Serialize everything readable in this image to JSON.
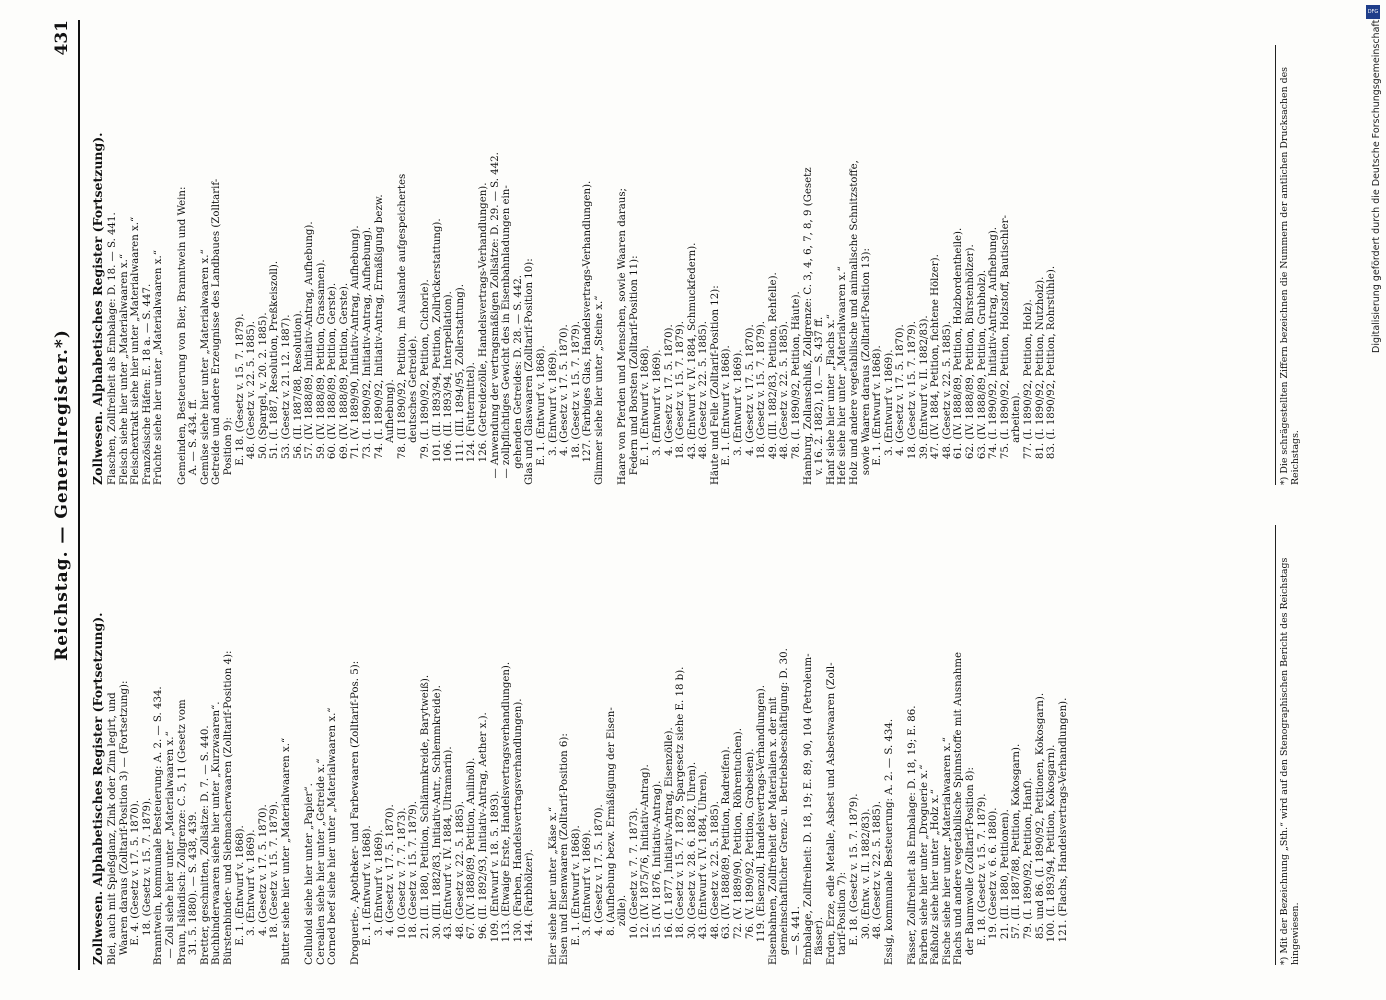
{
  "header": {
    "title": "Reichstag. — Generalregister.*)",
    "page_number": "431"
  },
  "left_column": {
    "heading": "Zollwesen. Alphabetisches Register (Fortsetzung).",
    "lines": [
      "Blei, auch mit Spießglanz, Zink oder Zinn legirt, und",
      "   Waaren daraus (Zolltarif-Position 3) — (Fortsetzung):",
      "      E. 4. (Gesetz v. 17. 5. 1870).",
      "         18. (Gesetz v. 15. 7. 1879).",
      "Branntwein, kommunale Besteuerung: A. 2. — S. 434.",
      "  — Zoll siehe hier unter „Materialwaaren x.“",
      "Braun, Isländisch: Zollgrenze: C. 5, 11 (Gesetz vom",
      "   31. 5. 1880). — S. 438, 439.",
      "Bretter, geschnitten, Zollsätze: D. 7. — S. 440.",
      "Buchbinderwaaren siehe hier unter „Kurzwaaren“.",
      "Bürstenbinder- und Siebmacherwaaren (Zolltarif-Position 4):",
      "      E. 1. (Entwurf v. 1868).",
      "         3. (Entwurf v. 1869).",
      "         4. (Gesetz v. 17. 5. 1870).",
      "        18. (Gesetz v. 15. 7. 1879).",
      "Butter siehe hier unter „Materialwaaren x.“",
      "",
      "Celluloid siehe hier unter „Papier“.",
      "Cerealien siehe hier unter „Getreide x.“",
      "Corned beef siehe hier unter „Materialwaaren x.“",
      "",
      "Droguerie-, Apotheker- und Farbewaaren (Zolltarif-Pos. 5):",
      "      E. 1. (Entwurf v. 1868).",
      "         3. (Entwurf v. 1869).",
      "         4. (Gesetz v. 17. 5. 1870).",
      "        10. (Gesetz v. 7. 7. 1873).",
      "        18. (Gesetz v. 15. 7. 1879).",
      "        21. (II. 1880, Petition, Schlämmkreide, Barytweiß).",
      "        30. (III. 1882/83, Initiativ-Antr., Schlemmkreide).",
      "        43. (Entwurf v. IV. 1884, Ultramarin).",
      "        48. (Gesetz v. 22. 5. 1885).",
      "        67. (IV. 1888/89, Petition, Anilinöl).",
      "        96. (II. 1892/93, Initiativ-Antrag, Aether x.).",
      "       109. (Entwurf v. 18. 5. 1893).",
      "       113. (Etwaige Erste, Handelsvertragsverhandlungen).",
      "       130. (Farben, Handelsvertragsverhandlungen).",
      "       144. (Farbhölzer).",
      "",
      "Eier siehe hier unter „Käse x.“",
      "Eisen und Eisenwaaren (Zolltarif-Position 6):",
      "      E. 1. (Entwurf v. 1868).",
      "         3. (Entwurf v. 1869).",
      "         4. (Gesetz v. 17. 5. 1870).",
      "         8. (Aufhebung bezw. Ermäßigung der Eisen-",
      "            zölle).",
      "        10. (Gesetz v. 7. 7. 1873).",
      "        12. (IV. 1875/76, Initiativ-Antrag).",
      "        15. (IV. 1876, Initiativ-Antrag).",
      "        16. (I. 1877, Initiativ-Antrag, Eisenzölle).",
      "        18. (Gesetz v. 15. 7. 1879, Spargesetz siehe E. 18 b).",
      "        30. (Gesetz v. 28. 6. 1882, Uhren).",
      "        43. (Entwurf v. IV. 1884, Uhren).",
      "        48. (Gesetz v. 22. 5. 1885).",
      "        63. (IV. 1888/89, Petition, Radreifen).",
      "        72. (V. 1889/90, Petition, Röhrentuchen).",
      "        76. (V. 1890/92, Petition, Grobeisen).",
      "       119. (Eisenzoll, Handelsvertrags-Verhandlungen).",
      "Eisenbahnen, Zollfreiheit der Materialien x. der mit",
      "   gemeinschaftlicher Grenz- u. Betriebsbeschäftigung: D. 30.",
      "   — S. 441.",
      "Embalage, Zollfreiheit: D. 18, 19; E. 89, 90, 104 (Petroleum-",
      "   fässer).",
      "Erden, Erze, edle Metalle, Asbest und Asbestwaaren (Zoll-",
      "   tarif-Position 7):",
      "      E. 18. (Gesetz v. 15. 7. 1879).",
      "        30. (Entw. v. II. 1882/83).",
      "        48. (Gesetz v. 22. 5. 1885).",
      "Essig, kommunale Besteuerung: A. 2. — S. 434.",
      "",
      "Fässer, Zollfreiheit als Embalage: D. 18, 19; E. 86.",
      "Farben siehe hier unter „Droguerie x.“",
      "Faßholz siehe hier unter „Holz x.“",
      "Fische siehe hier unter „Materialwaaren x.“",
      "Flachs und andere vegetabilische Spinnstoffe mit Ausnahme",
      "   der Baumwolle (Zolltarif-Position 8):",
      "      E. 18. (Gesetz v. 15. 7. 1879).",
      "        19. (Gesetz v. 6. 6. 1880).",
      "        21. (II. 1880, Petitionen).",
      "        57. (II. 1887/88, Petition, Kokosgarn).",
      "        79. (I. 1890/92, Petition, Hanf).",
      "        85. und 86. (I. 1890/92, Petitionen, Kokosgarn).",
      "       100. (I. 1893/94, Petition, Kokosgarn).",
      "       121. (Flachs, Handelsvertrags-Verhandlungen)."
    ],
    "footnote": "*) Mit der Bezeichnung „Sth.“ wird auf den Stenographischen Bericht des Reichstags hingewiesen."
  },
  "right_column": {
    "heading": "Zollwesen. Alphabetisches Register (Fortsetzung).",
    "lines": [
      "Flaschen, Zollfreiheit als Embalage: D. 18. — S. 441.",
      "Fleisch siehe hier unter „Materialwaaren x.“",
      "Fleischextrakt siehe hier unter „Materialwaaren x.“",
      "Französische Häfen: E. 18 a. — S. 447.",
      "Früchte siehe hier unter „Materialwaaren x.“",
      "",
      "Gemeinden, Besteuerung von Bier, Branntwein und Wein:",
      "   A. — S. 434. ff.",
      "Gemüse siehe hier unter „Materialwaaren x.“",
      "Getreide und andere Erzeugnisse des Landbaues (Zolltarif-",
      "   Position 9):",
      "      E. 18. (Gesetz v. 15. 7. 1879).",
      "        48. (Gesetz v. 22. 5. 1885).",
      "        50. (Spargel, v. 20. 2. 1885).",
      "        51. (I. 1887, Resolution, Preßkeiszoll).",
      "        53. (Gesetz v. 21. 12. 1887).",
      "        56. (II. 1887/88, Resolution).",
      "        57. (IV. 1888/89, Initiativ-Antrag, Aufhebung).",
      "        59. (IV. 1888/89, Petition, Grassamen).",
      "        60. (IV. 1888/89, Petition, Gerste).",
      "        69. (IV. 1888/89, Petition, Gerste).",
      "        71. (V. 1889/90, Initiativ-Antrag, Aufhebung).",
      "        73. (I. 1890/92, Initiativ-Antrag, Aufhebung).",
      "        74. (I. 1890/92, Initiativ-Antrag, Ermäßigung bezw.",
      "             Aufhebung).",
      "        78. (II 1890/92, Petition, im Auslande aufgespeichertes",
      "             deutsches Getreide).",
      "        79. (I. 1890/92, Petition, Cichorie).",
      "       101. (II. 1893/94, Petition, Zollrückerstattung).",
      "       106. (II. 1893/94, Interpellation).",
      "       111. (III. 1894/95, Zollerstattung).",
      "       124. (Futtermittel).",
      "       126. (Getreidezölle, Handelsvertrags-Verhandlungen).",
      "  — Anwendung der vertragsmäßigen Zollsätze: D. 29. — S. 442.",
      "  — zollpflichtiges Gewicht des in Eisenbahnladungen ein-",
      "     gehenden Getreides: D. 28. — S. 442.",
      "Glas und Glaswaaren (Zolltarif-Position 10):",
      "      E. 1. (Entwurf v. 1868).",
      "         3. (Entwurf v. 1869).",
      "         4. (Gesetz v. 17. 5. 1870).",
      "        18. (Gesetz v. 15. 7. 1879).",
      "       127. (Farbiges Glas, Handelsvertrags-Verhandlungen).",
      "Glimmer siehe hier unter „Steine x.“",
      "",
      "Haare von Pferden und Menschen, sowie Waaren daraus;",
      "   Federn und Borsten (Zolltarif-Position 11):",
      "      E. 1. (Entwurf v. 1868).",
      "         3. (Entwurf v. 1869).",
      "         4. (Gesetz v. 17. 5. 1870).",
      "        18. (Gesetz v. 15. 7. 1879).",
      "        43. (Entwurf v. IV. 1884, Schmuckfedern).",
      "        48. (Gesetz v. 22. 5. 1885).",
      "Häute und Felle (Zolltarif-Position 12):",
      "      E. 1. (Entwurf v. 1868).",
      "         3. (Entwurf v. 1869).",
      "         4. (Gesetz v. 17. 5. 1870).",
      "        18. (Gesetz v. 15. 7. 1879).",
      "        49. (III. 1882/83, Petition, Rehfelle).",
      "        48. (Gesetz v. 22. 5. 1885).",
      "        78. (I. 1890/92, Petition, Häute).",
      "Hamburg, Zollanschluß, Zollgrenze: C. 3, 4, 6, 7, 8, 9 (Gesetz",
      "   v. 16. 2. 1882), 10. — S. 437 ff.",
      "Hanf siehe hier unter „Flachs x.“",
      "Hefe siehe hier unter „Materialwaaren x.“",
      "Holz und andere vegetabilische und animalische Schnitzstoffe,",
      "   sowie Waaren daraus (Zolltarif-Position 13):",
      "      E. 1. (Entwurf v. 1868).",
      "         3. (Entwurf v. 1869).",
      "         4. (Gesetz v. 17. 5. 1870).",
      "        18. (Gesetz v. 15. 7. 1879).",
      "        39. (Entwurf v. II. 1882/83).",
      "        47. (IV. 1884, Petition, fichtene Hölzer).",
      "        48. (Gesetz v. 22. 5. 1885).",
      "        61. (IV. 1888/89, Petition, Holzbordentheile).",
      "        62. (IV. 1888/89, Petition, Bürstenhölzer).",
      "        63. (IV. 1888/89, Petition, Grubholz).",
      "        74. (I. 1890/92, Initiativ-Antrag, Aufhebung).",
      "        75. (I. 1890/92, Petition, Holzstoff, Bautischler-",
      "             arbeiten).",
      "        77. (I. 1890/92, Petition, Holz).",
      "        81. (I. 1890/92, Petition, Nutzholz).",
      "        83. (I. 1890/92, Petition, Rohrstühle)."
    ],
    "footnote": "*) Die schrägestellten Ziffern bezeichnen die Nummern der amtlichen Drucksachen des Reichstags."
  },
  "credit": {
    "text": "Digitalisierung gefördert durch die Deutsche Forschungsgemeinschaft",
    "logo": "DFG"
  }
}
